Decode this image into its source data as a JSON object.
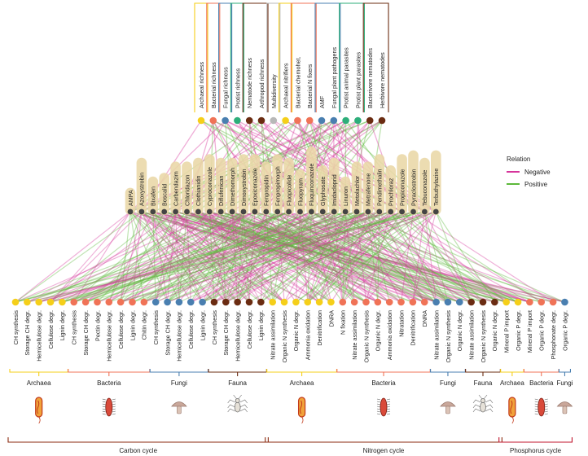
{
  "colors": {
    "negative": "#d6359b",
    "positive": "#5cb83a",
    "pesticide_fill": "#e9d7a6",
    "pesticide_node": "#444444",
    "archaea": "#f5cf1a",
    "bacteria": "#f07357",
    "fungi": "#4a7fb0",
    "fauna": "#6b2c12",
    "multi": "#b8b8b8",
    "protist": "#2dae7a",
    "carbon_cycle": "#8b2a0f",
    "nitrogen_cycle": "#8b2a0f",
    "phosphorus_cycle": "#c0142c"
  },
  "legend": {
    "title": "Relation",
    "items": [
      {
        "label": "Negative",
        "color_key": "negative"
      },
      {
        "label": "Positive",
        "color_key": "positive"
      }
    ]
  },
  "diversity_measures": [
    {
      "label": "Archaeal richness",
      "group": "archaea"
    },
    {
      "label": "Bacterial richness",
      "group": "bacteria"
    },
    {
      "label": "Fungal richness",
      "group": "fungi"
    },
    {
      "label": "Protist richness",
      "group": "protist"
    },
    {
      "label": "Nematode richness",
      "group": "fauna"
    },
    {
      "label": "Arthropod richness",
      "group": "fauna"
    },
    {
      "label": "Multidiversity",
      "group": "multi"
    },
    {
      "label": "Archaeal nitrifiers",
      "group": "archaea"
    },
    {
      "label": "Bacterial chemohet.",
      "group": "bacteria"
    },
    {
      "label": "Bacterial N fixers",
      "group": "bacteria"
    },
    {
      "label": "AMF",
      "group": "fungi"
    },
    {
      "label": "Fungal plant pathogens",
      "group": "fungi"
    },
    {
      "label": "Protist animal parasites",
      "group": "protist"
    },
    {
      "label": "Protist plant parasites",
      "group": "protist"
    },
    {
      "label": "Bacterivore nematodes",
      "group": "fauna"
    },
    {
      "label": "Herbivore nematodes",
      "group": "fauna"
    }
  ],
  "pesticides": [
    "AMPA",
    "Azoxystrobin",
    "Bixafen",
    "Boscalid",
    "Carbendazim",
    "Chloridazon",
    "Clothianidin",
    "Cyproconazole",
    "Diflufenican",
    "Dimethomorph",
    "Dimoxystrobin",
    "Epoxiconazole",
    "Fenpropidin",
    "Fenpropimorph",
    "Fluopicolide",
    "Fluopyram",
    "Fluquinconazole",
    "Glyphosate",
    "Imidacloprid",
    "Linuron",
    "Metolachlor",
    "Metrafenone",
    "Pendimethalin",
    "Prochloraz",
    "Propiconazole",
    "Pyraclostrobin",
    "Tebuconazole",
    "Terbuthylazine"
  ],
  "functions": [
    {
      "label": "CH synthesis",
      "group": "archaea"
    },
    {
      "label": "Storage CH degr.",
      "group": "archaea"
    },
    {
      "label": "Hemicellulose degr.",
      "group": "archaea"
    },
    {
      "label": "Cellulose degr.",
      "group": "archaea"
    },
    {
      "label": "Lignin degr.",
      "group": "archaea"
    },
    {
      "label": "CH synthesis",
      "group": "bacteria"
    },
    {
      "label": "Storage CH degr.",
      "group": "bacteria"
    },
    {
      "label": "Pectin degr.",
      "group": "bacteria"
    },
    {
      "label": "Hemicellulose degr.",
      "group": "bacteria"
    },
    {
      "label": "Cellulose degr.",
      "group": "bacteria"
    },
    {
      "label": "Lignin degr.",
      "group": "bacteria"
    },
    {
      "label": "Chitin degr.",
      "group": "bacteria"
    },
    {
      "label": "CH synthesis",
      "group": "fungi"
    },
    {
      "label": "Storage CH degr.",
      "group": "fungi"
    },
    {
      "label": "Hemicellulose degr.",
      "group": "fungi"
    },
    {
      "label": "Cellulose degr.",
      "group": "fungi"
    },
    {
      "label": "Lignin degr.",
      "group": "fungi"
    },
    {
      "label": "CH synthesis",
      "group": "fauna"
    },
    {
      "label": "Storage CH degr.",
      "group": "fauna"
    },
    {
      "label": "Hemicellulose degr.",
      "group": "fauna"
    },
    {
      "label": "Cellulose degr.",
      "group": "fauna"
    },
    {
      "label": "Lignin degr.",
      "group": "fauna"
    },
    {
      "label": "Nitrate assimilation",
      "group": "archaea"
    },
    {
      "label": "Organic N synthesis",
      "group": "archaea"
    },
    {
      "label": "Organic N degr.",
      "group": "archaea"
    },
    {
      "label": "Ammonia oxidation",
      "group": "archaea"
    },
    {
      "label": "Denitrification",
      "group": "archaea"
    },
    {
      "label": "DNRA",
      "group": "archaea"
    },
    {
      "label": "N fixation",
      "group": "bacteria"
    },
    {
      "label": "Nitrate assimilation",
      "group": "bacteria"
    },
    {
      "label": "Organic N synthesis",
      "group": "bacteria"
    },
    {
      "label": "Organic N degr.",
      "group": "bacteria"
    },
    {
      "label": "Ammonia oxidation",
      "group": "bacteria"
    },
    {
      "label": "Nitratation",
      "group": "bacteria"
    },
    {
      "label": "Denitrification",
      "group": "bacteria"
    },
    {
      "label": "DNRA",
      "group": "bacteria"
    },
    {
      "label": "Nitrate assimilation",
      "group": "fungi"
    },
    {
      "label": "Organic N synthesis",
      "group": "fungi"
    },
    {
      "label": "Organic N degr.",
      "group": "fungi"
    },
    {
      "label": "Nitrate assimilation",
      "group": "fauna"
    },
    {
      "label": "Organic N synthesis",
      "group": "fauna"
    },
    {
      "label": "Organic N degr.",
      "group": "fauna"
    },
    {
      "label": "Mineral P import",
      "group": "archaea"
    },
    {
      "label": "Organic P degr.",
      "group": "archaea"
    },
    {
      "label": "Mineral P import",
      "group": "bacteria"
    },
    {
      "label": "Organic P degr.",
      "group": "bacteria"
    },
    {
      "label": "Phosphonate degr.",
      "group": "bacteria"
    },
    {
      "label": "Organic P degr.",
      "group": "fungi"
    }
  ],
  "organism_groups": [
    {
      "label": "Archaea",
      "color_key": "archaea",
      "from": 0,
      "to": 4
    },
    {
      "label": "Bacteria",
      "color_key": "bacteria",
      "from": 5,
      "to": 11
    },
    {
      "label": "Fungi",
      "color_key": "fungi",
      "from": 12,
      "to": 16
    },
    {
      "label": "Fauna",
      "color_key": "fauna",
      "from": 17,
      "to": 21
    },
    {
      "label": "Archaea",
      "color_key": "archaea",
      "from": 22,
      "to": 27
    },
    {
      "label": "Bacteria",
      "color_key": "bacteria",
      "from": 28,
      "to": 35
    },
    {
      "label": "Fungi",
      "color_key": "fungi",
      "from": 36,
      "to": 38
    },
    {
      "label": "Fauna",
      "color_key": "fauna",
      "from": 39,
      "to": 41
    },
    {
      "label": "Archaea",
      "color_key": "archaea",
      "from": 42,
      "to": 43
    },
    {
      "label": "Bacteria",
      "color_key": "bacteria",
      "from": 44,
      "to": 46
    },
    {
      "label": "Fungi",
      "color_key": "fungi",
      "from": 47,
      "to": 47
    }
  ],
  "cycles": [
    {
      "label": "Carbon cycle",
      "color_key": "carbon_cycle",
      "from": 0,
      "to": 21
    },
    {
      "label": "Nitrogen cycle",
      "color_key": "nitrogen_cycle",
      "from": 22,
      "to": 41
    },
    {
      "label": "Phosphorus cycle",
      "color_key": "phosphorus_cycle",
      "from": 42,
      "to": 47
    }
  ],
  "group_icons": {
    "archaea": "archaea-icon",
    "bacteria": "bacteria-icon",
    "fungi": "mushroom-icon",
    "fauna": "arthropod-icon"
  },
  "top_brackets": [
    {
      "color_key": "archaea",
      "from": 0,
      "to": 0
    },
    {
      "color_key": "bacteria",
      "from": 1,
      "to": 1
    },
    {
      "color_key": "fungi",
      "from": 2,
      "to": 2
    },
    {
      "color_key": "protist",
      "from": 3,
      "to": 3
    },
    {
      "color_key": "fauna",
      "from": 4,
      "to": 5
    },
    {
      "color_key": "multi",
      "from": 6,
      "to": 6
    },
    {
      "color_key": "archaea",
      "from": 7,
      "to": 7
    },
    {
      "color_key": "bacteria",
      "from": 8,
      "to": 9
    },
    {
      "color_key": "fungi",
      "from": 10,
      "to": 11
    },
    {
      "color_key": "protist",
      "from": 12,
      "to": 13
    },
    {
      "color_key": "fauna",
      "from": 14,
      "to": 15
    }
  ]
}
